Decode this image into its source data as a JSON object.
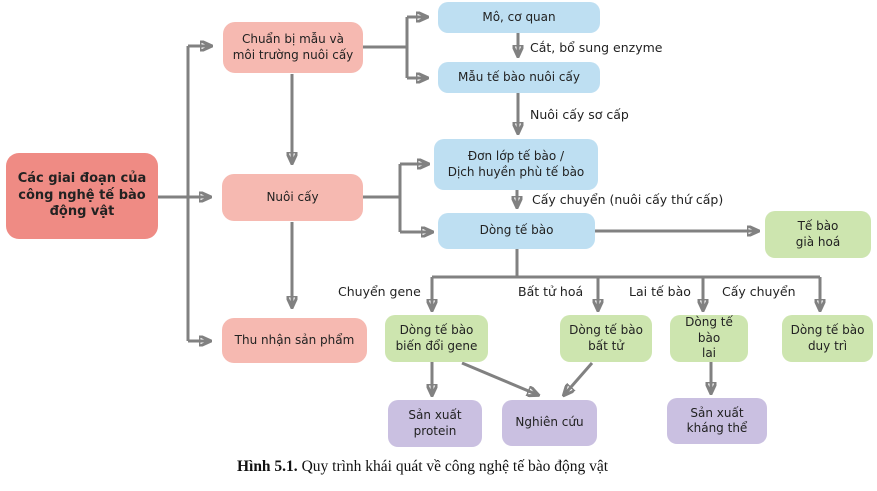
{
  "nodes": {
    "root": "Các giai đoạn của\ncông nghệ tế bào\nđộng vật",
    "prep": "Chuẩn bị mẫu và\nmôi trường nuôi cấy",
    "culture": "Nuôi cấy",
    "harvest": "Thu nhận sản phẩm",
    "tissue": "Mô, cơ quan",
    "sample": "Mẫu tế bào nuôi cấy",
    "monolayer": "Đơn lớp tế bào /\nDịch huyền phù tế bào",
    "cell_line": "Dòng tế bào",
    "senescent": "Tế bào\ngià hoá",
    "gm_line": "Dòng tế bào\nbiến đổi gene",
    "immortal_line": "Dòng tế bào\nbất tử",
    "hybrid_line": "Dòng tế bào\nlai",
    "maintained_line": "Dòng tế bào\nduy trì",
    "protein": "Sản xuất\nprotein",
    "research": "Nghiên cứu",
    "antibody": "Sản xuất\nkháng thể"
  },
  "edge_labels": {
    "cut_enzyme": "Cắt, bổ sung enzyme",
    "primary_culture": "Nuôi cấy sơ cấp",
    "subculture": "Cấy chuyển (nuôi cấy thứ cấp)",
    "gene_transfer": "Chuyển gene",
    "immortalization": "Bất tử hoá",
    "cell_fusion": "Lai tế bào",
    "passage": "Cấy chuyển"
  },
  "caption": {
    "figure_label": "Hình 5.1.",
    "text": " Quy trình khái quát về công nghệ tế bào động vật"
  },
  "colors": {
    "root_fill": "#ef8b84",
    "stage_fill": "#f6b9b1",
    "process_fill": "#bedff2",
    "result_fill": "#cde5af",
    "application_fill": "#cac0e1",
    "arrow_color": "#818181",
    "text_color": "#222222"
  }
}
